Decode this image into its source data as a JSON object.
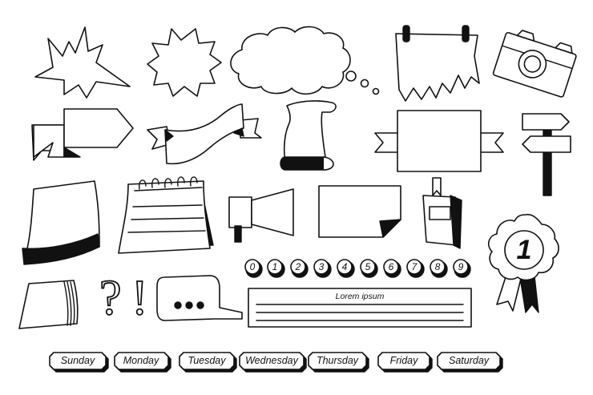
{
  "ink_color": "#111111",
  "paper_color": "#ffffff",
  "number_stickers": [
    "0",
    "1",
    "2",
    "3",
    "4",
    "5",
    "6",
    "7",
    "8",
    "9"
  ],
  "note_card": {
    "title": "Lorem ipsum"
  },
  "rosette": {
    "label": "1"
  },
  "punctuation": {
    "question": "?",
    "exclaim": "!"
  },
  "weekday_tags": [
    "Sunday",
    "Monday",
    "Tuesday",
    "Wednesday",
    "Thursday",
    "Friday",
    "Saturday"
  ],
  "icons": [
    "spiky-burst-icon",
    "rounded-burst-icon",
    "thought-cloud-icon",
    "torn-paper-icon",
    "camera-icon",
    "arrow-banner-icon",
    "ribbon-banner-icon",
    "scroll-icon",
    "framed-banner-icon",
    "signpost-icon",
    "curled-paper-icon",
    "desk-calendar-icon",
    "megaphone-icon",
    "folded-corner-note-icon",
    "bookmark-book-icon",
    "award-rosette-icon",
    "sticky-pad-icon",
    "speech-bubble-icon"
  ]
}
